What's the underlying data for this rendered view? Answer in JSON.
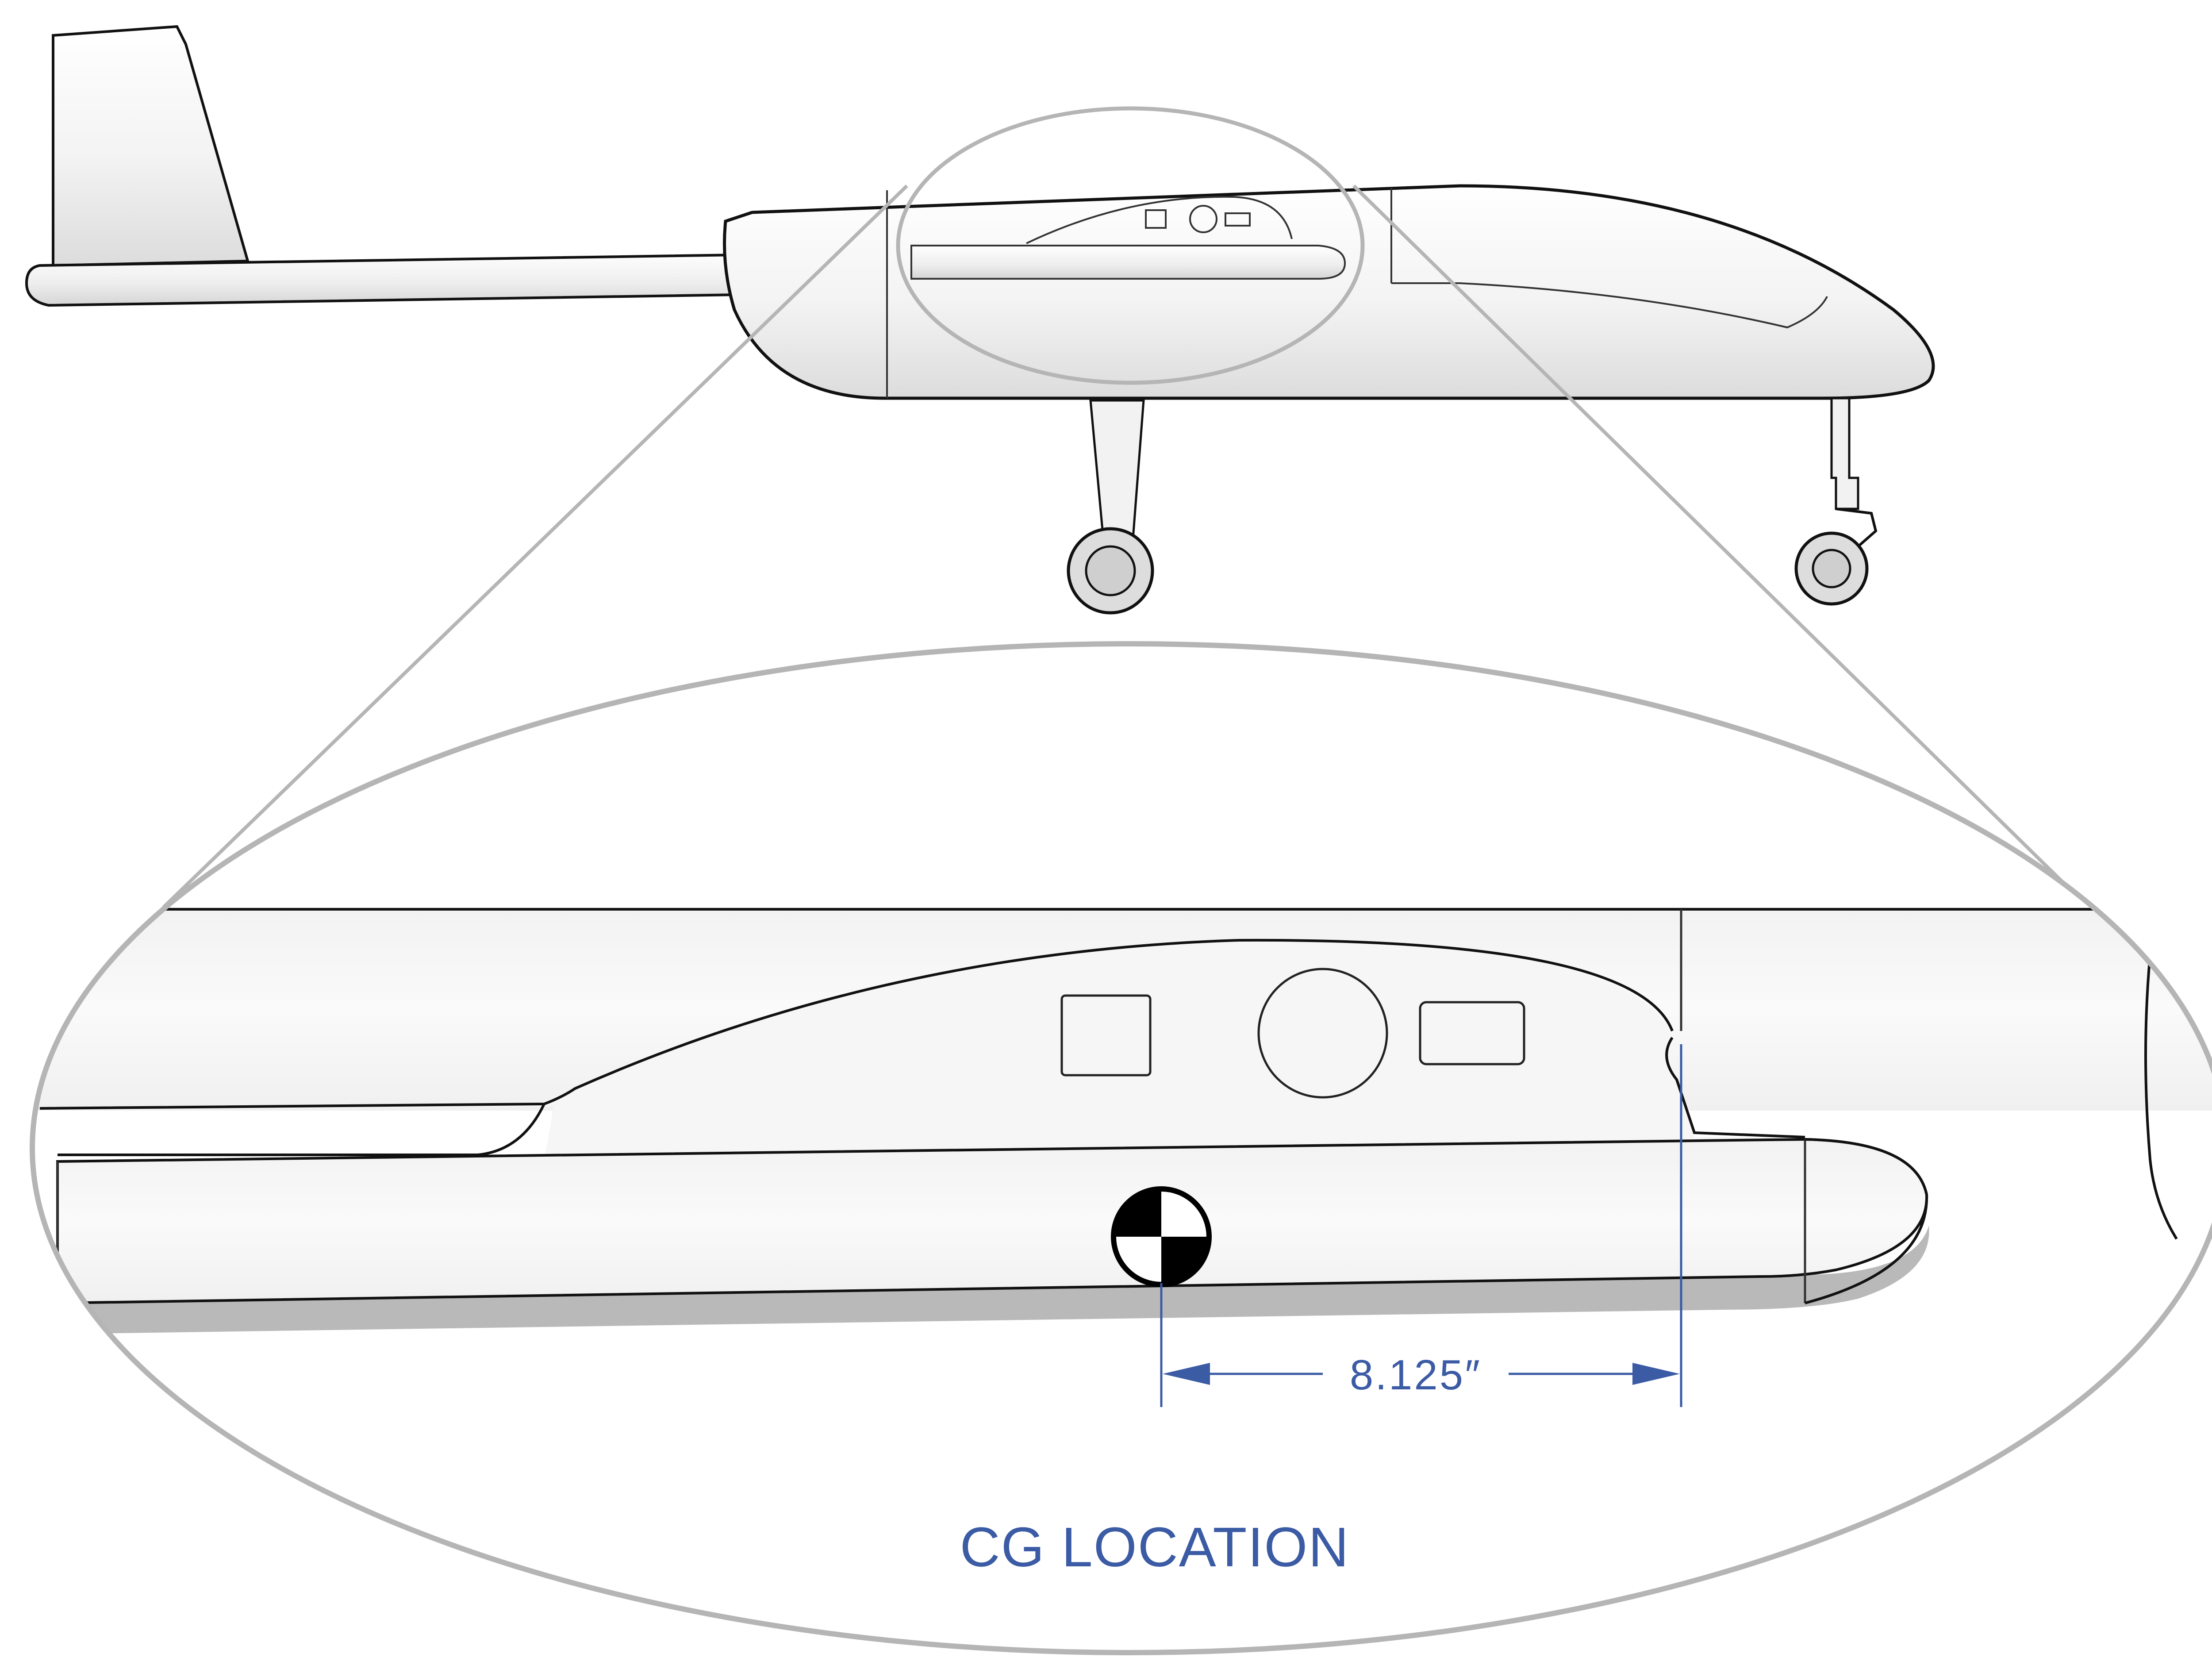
{
  "dimension": {
    "value_label": "8.125″"
  },
  "caption": "CG LOCATION",
  "colors": {
    "annotation": "#3B5BA5",
    "outline": "#111111",
    "zoom_lens": "#B5B5B5",
    "body_fill": "#F4F4F4",
    "shadow": "#B9B9B9"
  },
  "icons": {
    "cg_marker": "center-of-gravity-symbol"
  }
}
